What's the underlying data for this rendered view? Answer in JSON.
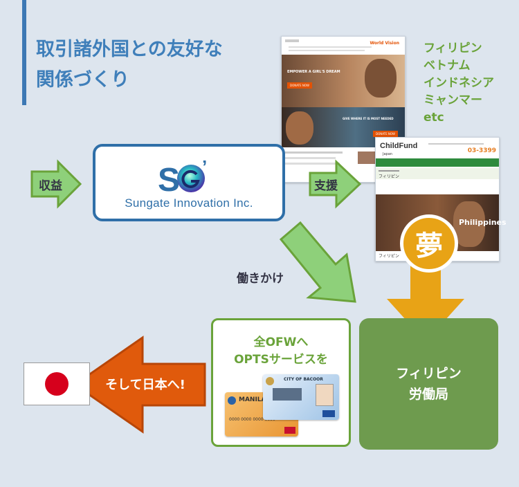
{
  "title": {
    "line1": "取引諸外国との友好な",
    "line2": "関係づくり"
  },
  "countries": [
    "フィリピン",
    "ベトナム",
    "インドネシア",
    "ミャンマー",
    "etc"
  ],
  "company": {
    "name": "Sungate Innovation Inc."
  },
  "arrows": {
    "revenue": "収益",
    "support": "支援",
    "approach": "働きかけ",
    "japan": "そして日本へ!"
  },
  "dream": "夢",
  "ofw": {
    "line1": "全OFWへ",
    "line2": "OPTSサービスを"
  },
  "labor": {
    "line1": "フィリピン",
    "line2": "労働局"
  },
  "worldvision": {
    "logo": "World Vision",
    "banner1": "EMPOWER A GIRL'S DREAM",
    "btn1": "DONATE NOW",
    "banner2": "GIVE WHERE IT IS MOST NEEDED",
    "btn2": "DONATE NOW"
  },
  "childfund": {
    "logo": "ChildFund",
    "logo_sub": "Japan",
    "phone": "03-3399",
    "section": "フィリピン",
    "photo_caption": "Philippines",
    "caption": "フィリピン"
  },
  "cards": {
    "manila": "MANILA",
    "bacoor": "CITY OF BACOOR",
    "card_number": "0000 0000 0000 0000"
  },
  "colors": {
    "blue": "#2f6fa8",
    "green": "#6aa33a",
    "orange": "#e05a0c",
    "gold": "#e8a316",
    "light_green": "#8ed07a"
  }
}
